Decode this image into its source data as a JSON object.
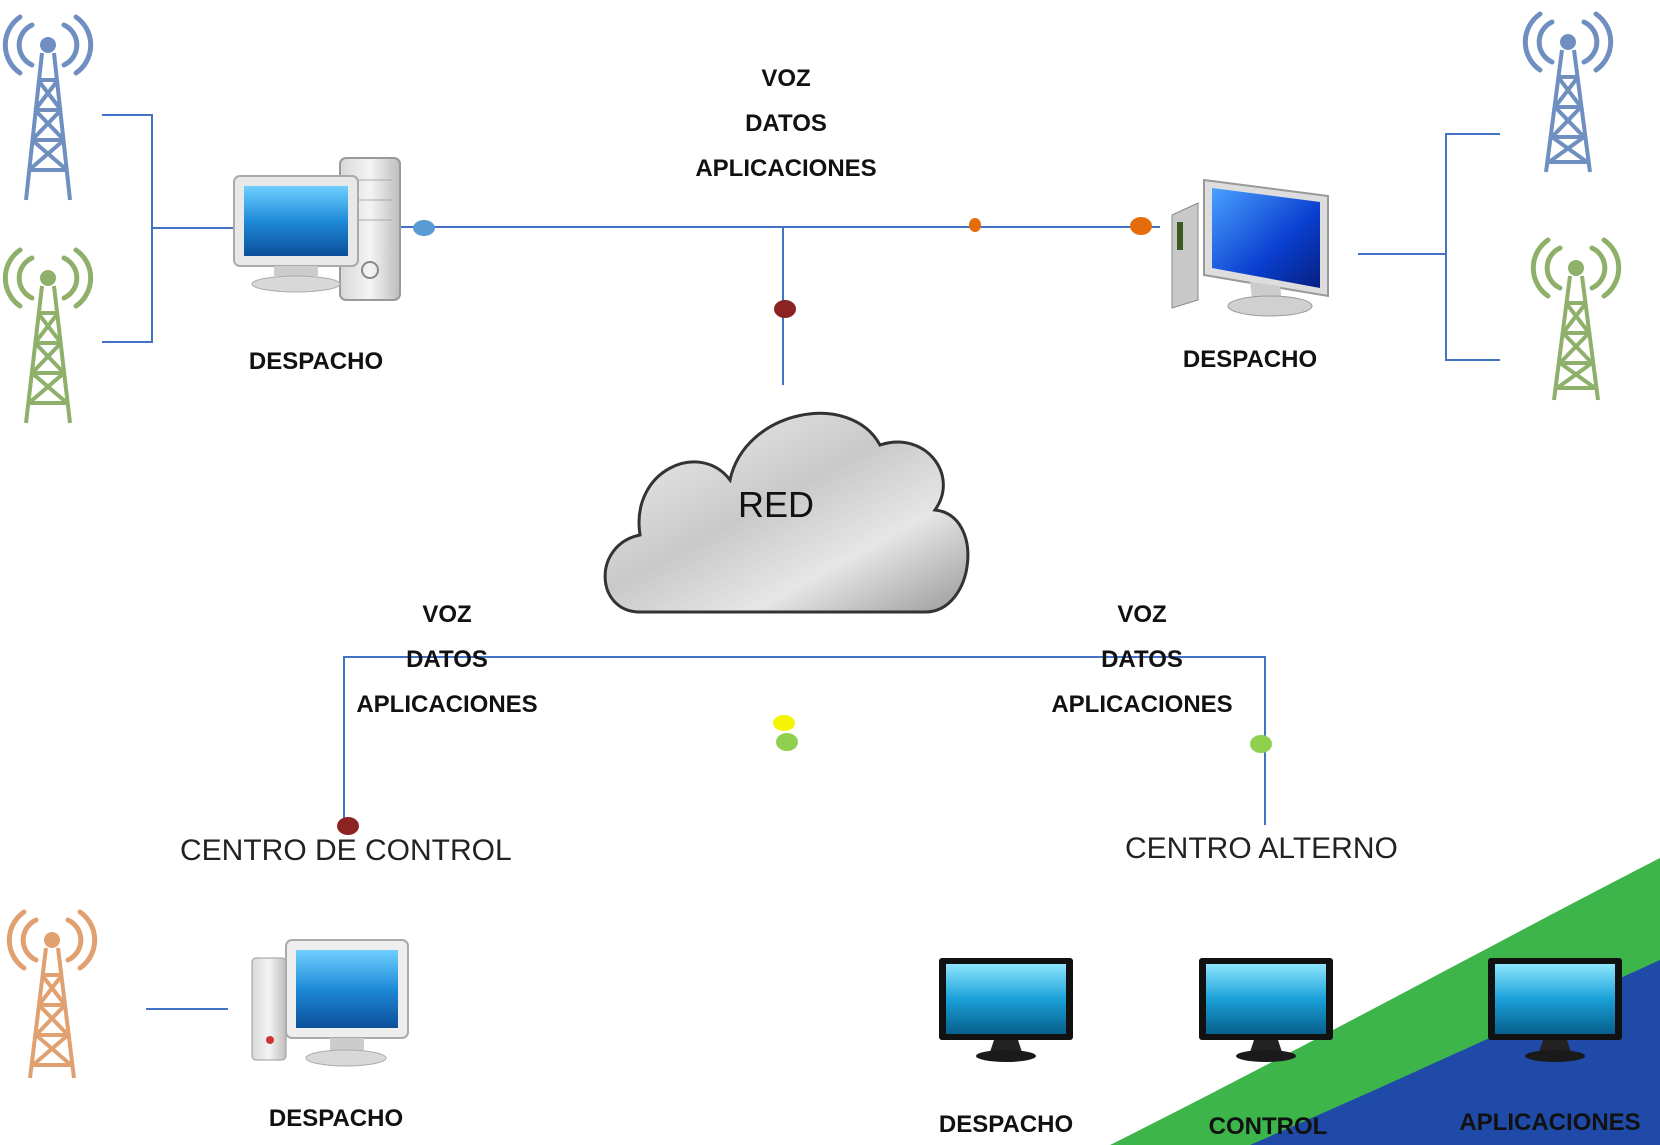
{
  "top_label": {
    "line1": "VOZ",
    "line2": "DATOS",
    "line3": "APLICACIONES"
  },
  "left_label": {
    "line1": "VOZ",
    "line2": "DATOS",
    "line3": "APLICACIONES"
  },
  "right_label": {
    "line1": "VOZ",
    "line2": "DATOS",
    "line3": "APLICACIONES"
  },
  "cloud_label": "RED",
  "despacho_top_left": "DESPACHO",
  "despacho_top_right": "DESPACHO",
  "despacho_bottom_left": "DESPACHO",
  "centro_control": "CENTRO DE CONTROL",
  "centro_alterno": "CENTRO ALTERNO",
  "monitors": [
    "DESPACHO",
    "CONTROL",
    "APLICACIONES"
  ],
  "colors": {
    "line": "#4472c4",
    "dot_blue": "#5b9bd5",
    "dot_orange": "#e46c0a",
    "dot_darkred": "#8b2323",
    "dot_yellow": "#f5f500",
    "dot_green": "#8fd14f",
    "tower_blue": "#6f8fc0",
    "tower_green": "#8fb06a",
    "tower_orange": "#e0a070",
    "swoosh_green": "#3db54a",
    "swoosh_blue": "#1f4aa8"
  }
}
